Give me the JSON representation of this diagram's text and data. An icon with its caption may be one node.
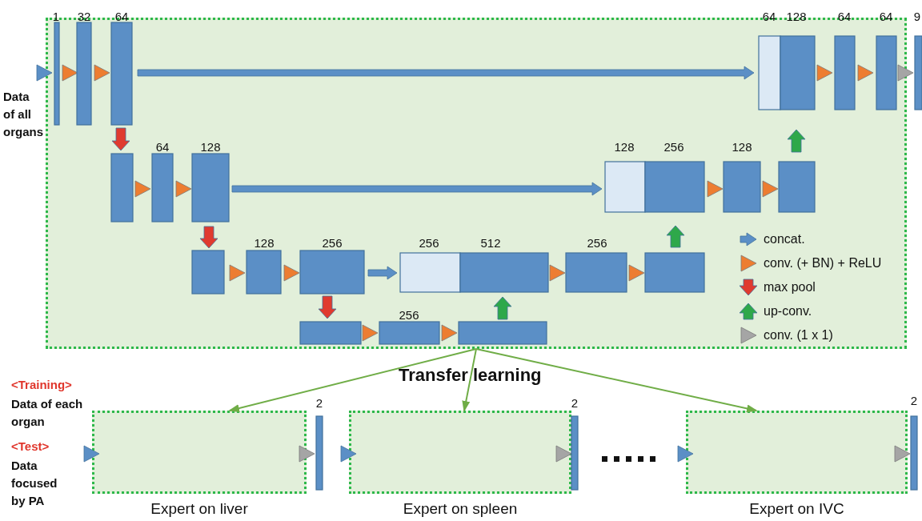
{
  "diagram": {
    "nodes": [
      {
        "text": [],
        "shape": "box"
      },
      {
        "text": [],
        "shape": "box",
        "beside": [
          "Expert on liver"
        ]
      },
      {
        "text": [],
        "shape": "box",
        "beside": [
          "Expert on spleen"
        ]
      },
      {
        "text": [],
        "shape": "box",
        "beside": [
          "Expert on IVC"
        ]
      }
    ],
    "edges": [
      {
        "from": 0,
        "to": 1,
        "arrow": "to",
        "color": "#70ad47"
      },
      {
        "from": 0,
        "to": 2,
        "arrow": "to",
        "color": "#70ad47"
      },
      {
        "from": 0,
        "to": 3,
        "arrow": "to",
        "color": "#70ad47"
      }
    ],
    "labels": [
      "1",
      "32",
      "64",
      "64",
      "128",
      "64",
      "64",
      "9",
      "Data of all organs",
      "64",
      "128",
      "128",
      "256",
      "128",
      "128",
      "256",
      "256",
      "512",
      "256",
      "256",
      "Transfer learning",
      "<Training>",
      "Data of each organ",
      "2",
      "2",
      "2",
      "<Test>",
      "Data focused by PA"
    ],
    "legend": [
      {
        "text": "concat."
      },
      {
        "text": "conv. (+ BN) + ReLU"
      },
      {
        "text": "max pool"
      },
      {
        "text": "up-conv."
      },
      {
        "text": "conv. (1 x 1)"
      }
    ]
  }
}
